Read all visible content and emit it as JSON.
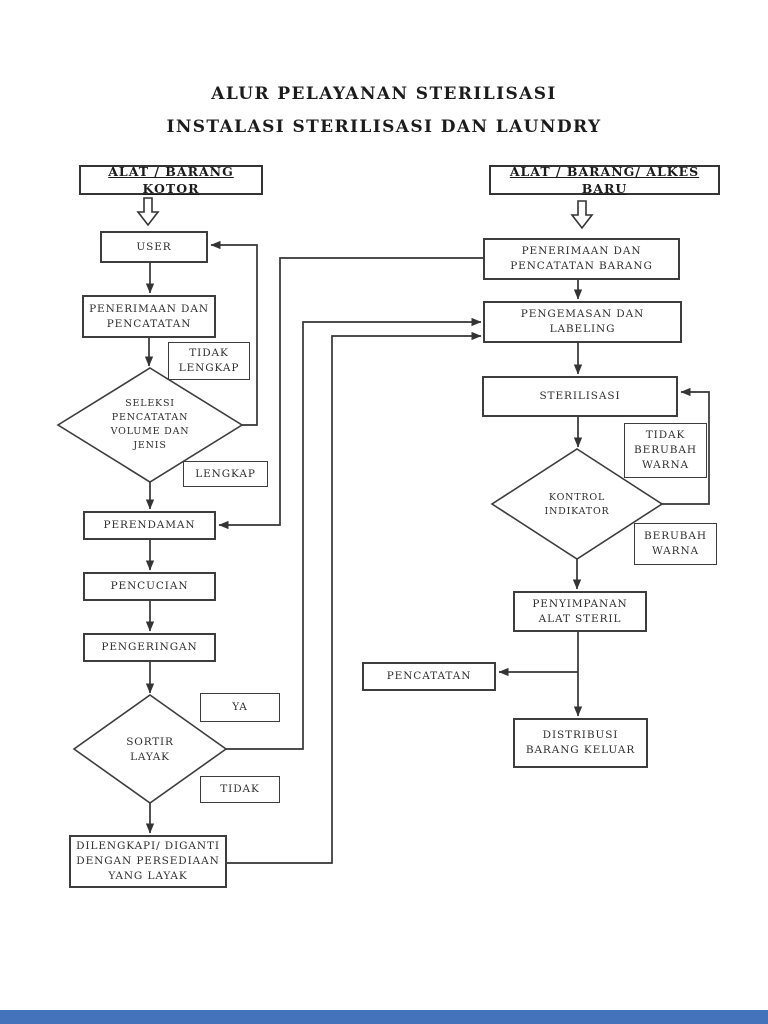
{
  "title": {
    "line1": "ALUR PELAYANAN STERILISASI",
    "line2": "INSTALASI STERILISASI DAN LAUNDRY"
  },
  "left": {
    "header": "ALAT / BARANG KOTOR",
    "nodes": {
      "user": "USER",
      "penerimaan": "PENERIMAAN DAN PENCATATAN",
      "tidak_lengkap": "TIDAK LENGKAP",
      "seleksi": "SELEKSI PENCATATAN VOLUME DAN JENIS",
      "lengkap": "LENGKAP",
      "perendaman": "PERENDAMAN",
      "pencucian": "PENCUCIAN",
      "pengeringan": "PENGERINGAN",
      "sortir": "SORTIR LAYAK",
      "ya": "YA",
      "tidak": "TIDAK",
      "dilengkapi": "DILENGKAPI/ DIGANTI DENGAN PERSEDIAAN YANG LAYAK"
    }
  },
  "right": {
    "header": "ALAT / BARANG/ ALKES BARU",
    "nodes": {
      "penerimaan_barang": "PENERIMAAN DAN PENCATATAN BARANG",
      "pengemasan": "PENGEMASAN DAN LABELING",
      "sterilisasi": "STERILISASI",
      "tidak_berubah": "TIDAK BERUBAH WARNA",
      "kontrol": "KONTROL INDIKATOR",
      "berubah": "BERUBAH WARNA",
      "penyimpanan": "PENYIMPANAN ALAT STERIL",
      "pencatatan": "PENCATATAN",
      "distribusi": "DISTRIBUSI BARANG KELUAR"
    }
  },
  "colors": {
    "line": "#343434",
    "text": "#2d2d2d",
    "bottom_bar": "#4573bb"
  }
}
